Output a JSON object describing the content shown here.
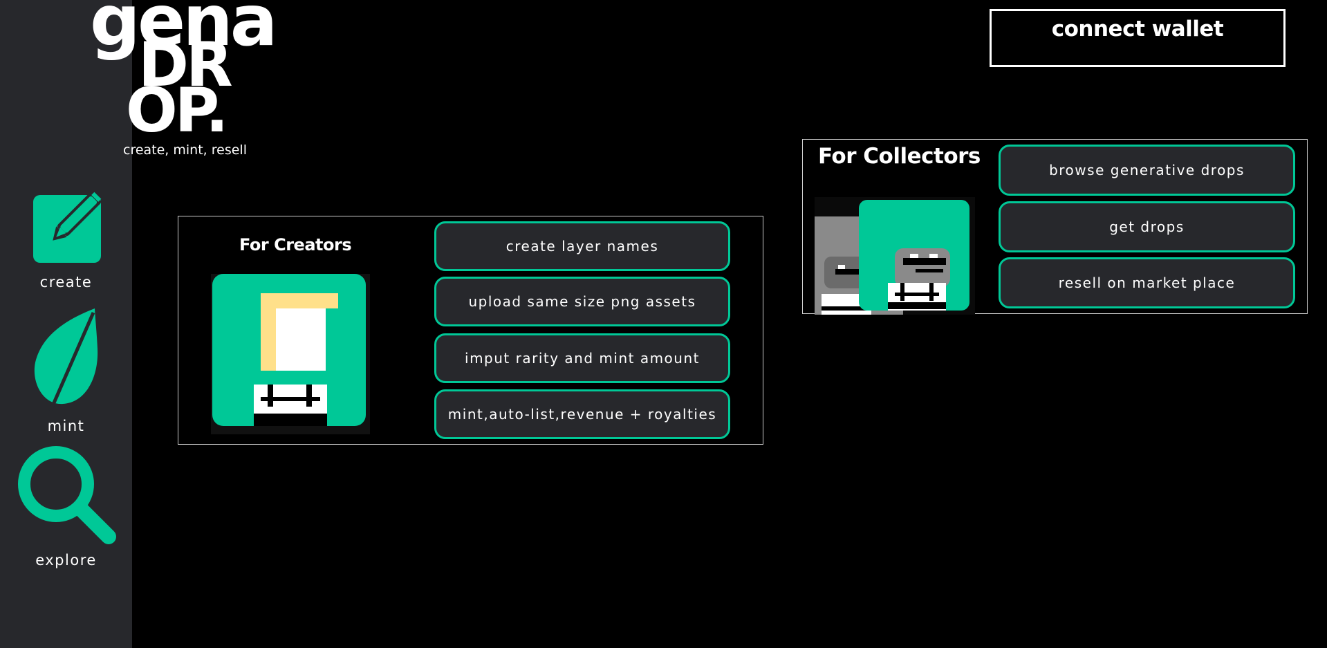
{
  "brand": {
    "logo_line1": "gena",
    "logo_line2": "DR",
    "logo_line3": "OP.",
    "tagline": "create, mint, resell"
  },
  "header": {
    "connect_wallet_label": "connect wallet"
  },
  "sidebar": {
    "items": [
      {
        "label": "create",
        "icon": "edit-pencil-icon"
      },
      {
        "label": "mint",
        "icon": "leaf-icon"
      },
      {
        "label": "explore",
        "icon": "search-icon"
      }
    ]
  },
  "creators": {
    "title": "For Creators",
    "actions": [
      "create layer names",
      "upload same size png assets",
      "imput rarity and mint amount",
      "mint,auto-list,revenue + royalties"
    ]
  },
  "collectors": {
    "title": "For Collectors",
    "actions": [
      "browse generative drops",
      "get drops",
      "resell on market place"
    ]
  },
  "colors": {
    "background": "#000000",
    "sidebar": "#27282c",
    "accent": "#00c897",
    "button_fill": "#27282c",
    "text": "#ffffff",
    "art_yellow": "#ffe08a"
  }
}
